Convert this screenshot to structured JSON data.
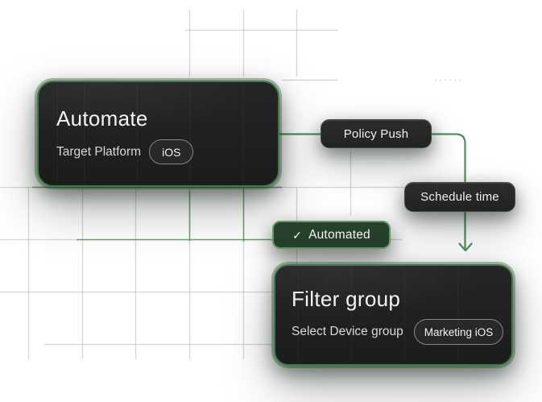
{
  "page": {
    "background": "#ffffff",
    "description": "Workflow automation diagram"
  },
  "palette": {
    "card_background": "#1e201f",
    "card_border_green": "#3d7a45",
    "node_background": "#262827",
    "badge_background": "#26402c",
    "badge_border": "#639866",
    "connector_green": "#55915c",
    "grid_green_dim": "#aebfb1",
    "grid_green_bright": "#679c6e",
    "text_primary": "#f3f3f1",
    "text_secondary": "#d9dad6"
  },
  "automate_card": {
    "title": "Automate",
    "field_label": "Target Platform",
    "field_value": "iOS"
  },
  "nodes": {
    "policy": {
      "label": "Policy Push"
    },
    "schedule": {
      "label": "Schedule time"
    }
  },
  "badge": {
    "check": "✓",
    "label": "Automated"
  },
  "filter_card": {
    "title": "Filter group",
    "field_label": "Select Device group",
    "field_value": "Marketing iOS"
  }
}
